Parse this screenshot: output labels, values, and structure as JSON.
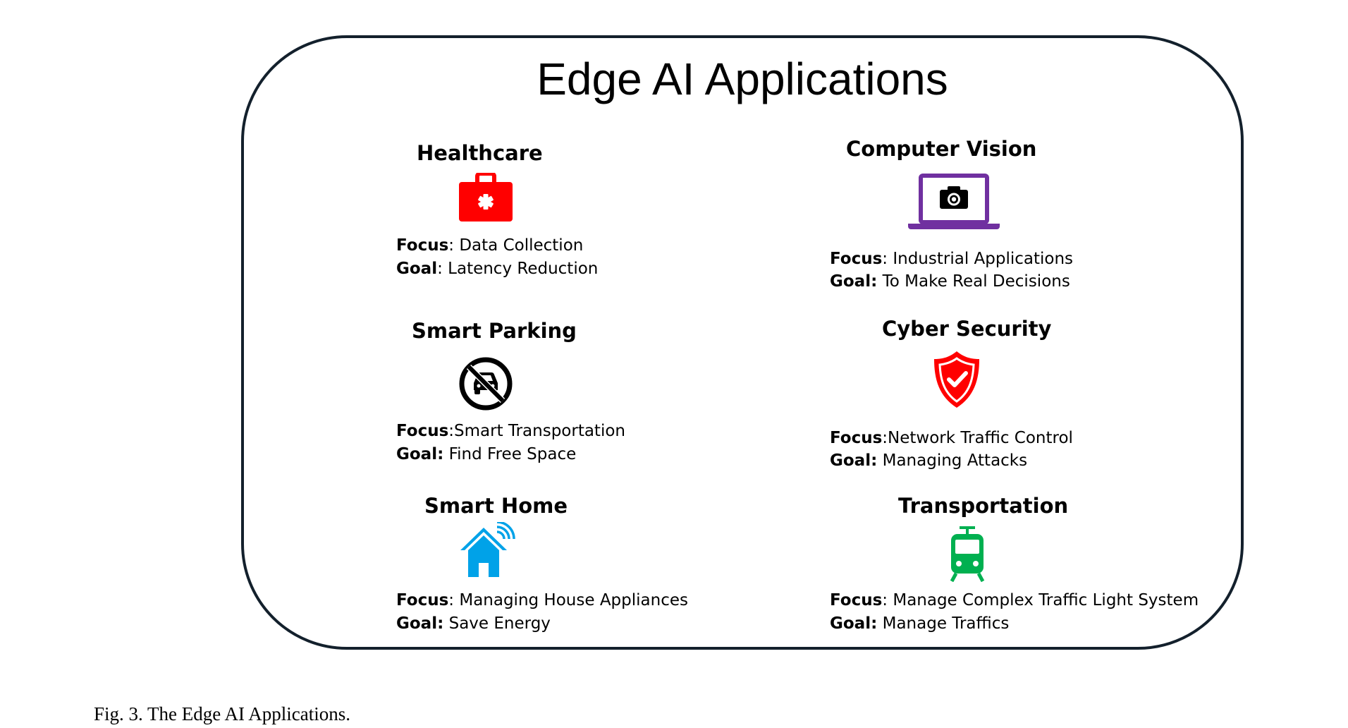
{
  "title": "Edge AI Applications",
  "applications": [
    {
      "name": "Healthcare",
      "icon": "medical-kit-icon",
      "icon_color": "#ff0000",
      "focus_label": "Focus",
      "focus_sep": ": ",
      "focus": "Data Collection",
      "goal_label": "Goal",
      "goal_sep": ": ",
      "goal": "Latency Reduction"
    },
    {
      "name": "Computer Vision",
      "icon": "laptop-camera-icon",
      "icon_color": "#7030a0",
      "focus_label": "Focus",
      "focus_sep": ": ",
      "focus": "Industrial Applications",
      "goal_label": "Goal:",
      "goal_sep": " ",
      "goal": "To Make Real Decisions"
    },
    {
      "name": "Smart Parking",
      "icon": "no-car-icon",
      "icon_color": "#000000",
      "focus_label": "Focus",
      "focus_sep": ":",
      "focus": "Smart Transportation",
      "goal_label": "Goal:",
      "goal_sep": " ",
      "goal": "Find Free Space"
    },
    {
      "name": "Cyber Security",
      "icon": "shield-check-icon",
      "icon_color": "#ff0000",
      "focus_label": "Focus",
      "focus_sep": ":",
      "focus": "Network Traffic Control",
      "goal_label": "Goal:",
      "goal_sep": " ",
      "goal": "Managing Attacks"
    },
    {
      "name": "Smart Home",
      "icon": "smart-home-icon",
      "icon_color": "#00a2e8",
      "focus_label": "Focus",
      "focus_sep": ": ",
      "focus": "Managing House Appliances",
      "goal_label": "Goal:",
      "goal_sep": " ",
      "goal": "Save Energy"
    },
    {
      "name": "Transportation",
      "icon": "tram-icon",
      "icon_color": "#00b050",
      "focus_label": "Focus",
      "focus_sep": ": ",
      "focus": "Manage Complex Traffic Light System",
      "goal_label": "Goal:",
      "goal_sep": " ",
      "goal": "Manage Traffics"
    }
  ],
  "caption": "Fig. 3.  The Edge AI Applications."
}
